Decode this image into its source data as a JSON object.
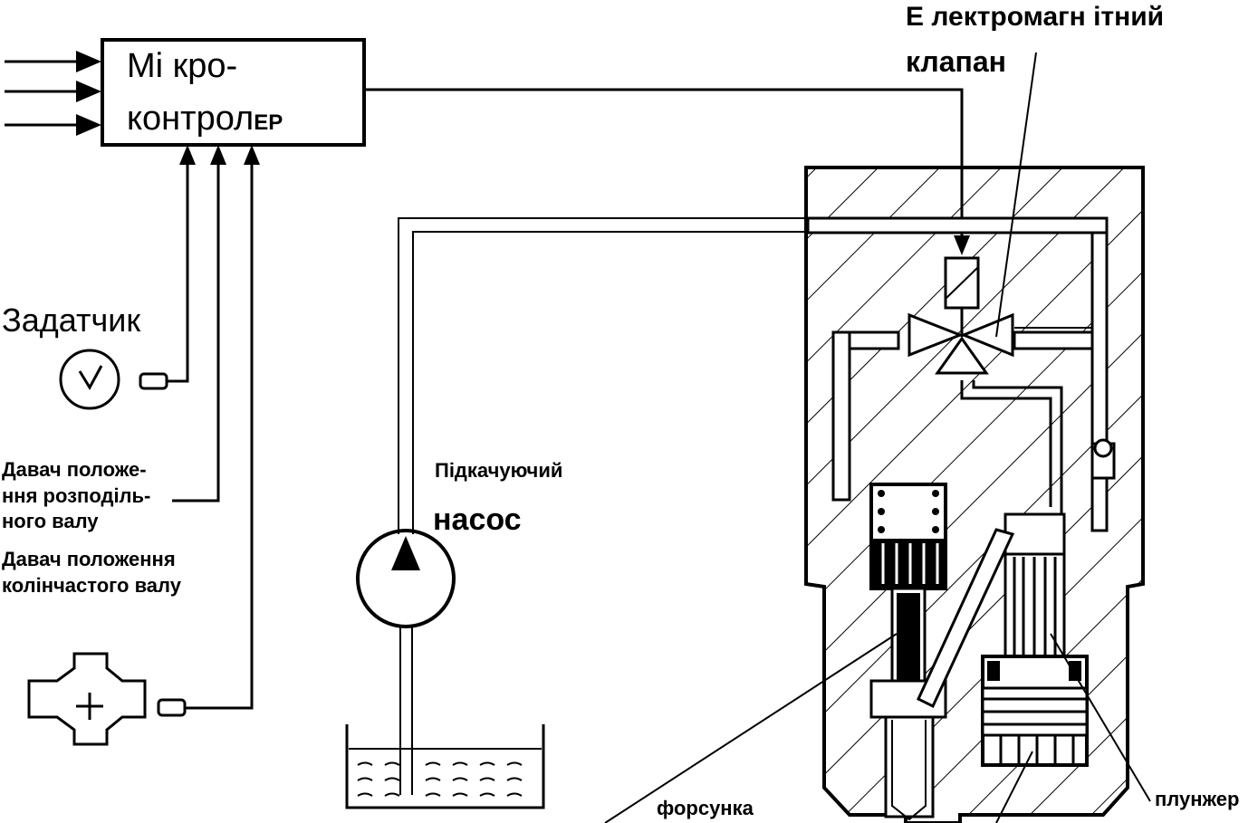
{
  "microcontroller": {
    "line1": "Мі кро-",
    "line2": "контрол",
    "line2_suffix": "ЕР"
  },
  "valve": {
    "line1": "Е лектромагн ітний",
    "line2": "клапан"
  },
  "setpoint": {
    "label": "Задатчик"
  },
  "camshaft_sensor": {
    "label": "Давач положе-\nння розподіль-\nного валу"
  },
  "crankshaft_sensor": {
    "label": "Давач положення\nколінчастого валу"
  },
  "pump": {
    "line1": "Підкачуючий",
    "line2": "насос"
  },
  "injector": {
    "label": "форсунка"
  },
  "plunger": {
    "label": "плунжер"
  }
}
